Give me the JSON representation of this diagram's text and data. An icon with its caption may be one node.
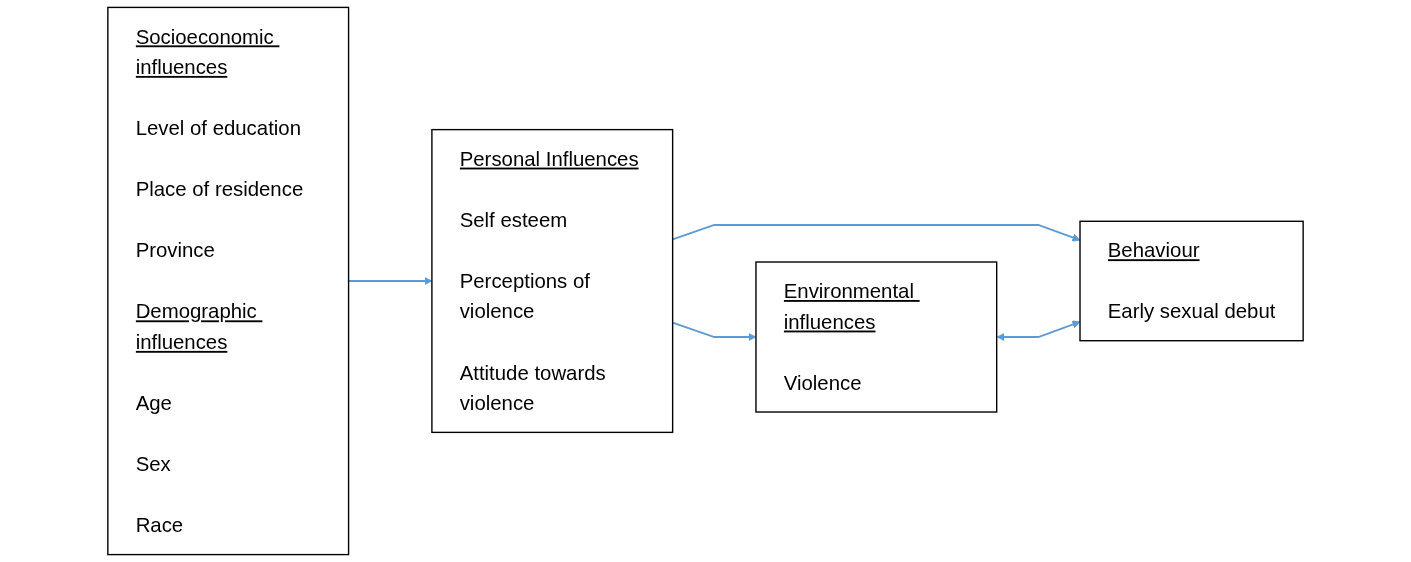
{
  "diagram": {
    "nodes": [
      {
        "text": [
          "Socioeconomic influences",
          "Level of education",
          "Place of residence",
          "Province",
          "Demographic influences",
          "Age",
          "Sex",
          "Race"
        ]
      },
      {
        "text": [
          "Personal Influences",
          "Self esteem",
          "Perceptions of violence",
          "Attitude towards violence"
        ]
      },
      {
        "text": [
          "Environmental influences",
          "Violence"
        ]
      },
      {
        "text": [
          "Behaviour",
          "Early sexual debut"
        ]
      }
    ],
    "edges": [
      {
        "from": 0,
        "to": 1,
        "arrow": "to"
      },
      {
        "from": 1,
        "to": 2,
        "arrow": "to"
      },
      {
        "from": 1,
        "to": 3,
        "arrow": "to"
      },
      {
        "from": 2,
        "to": 3,
        "arrow": "both"
      }
    ]
  }
}
